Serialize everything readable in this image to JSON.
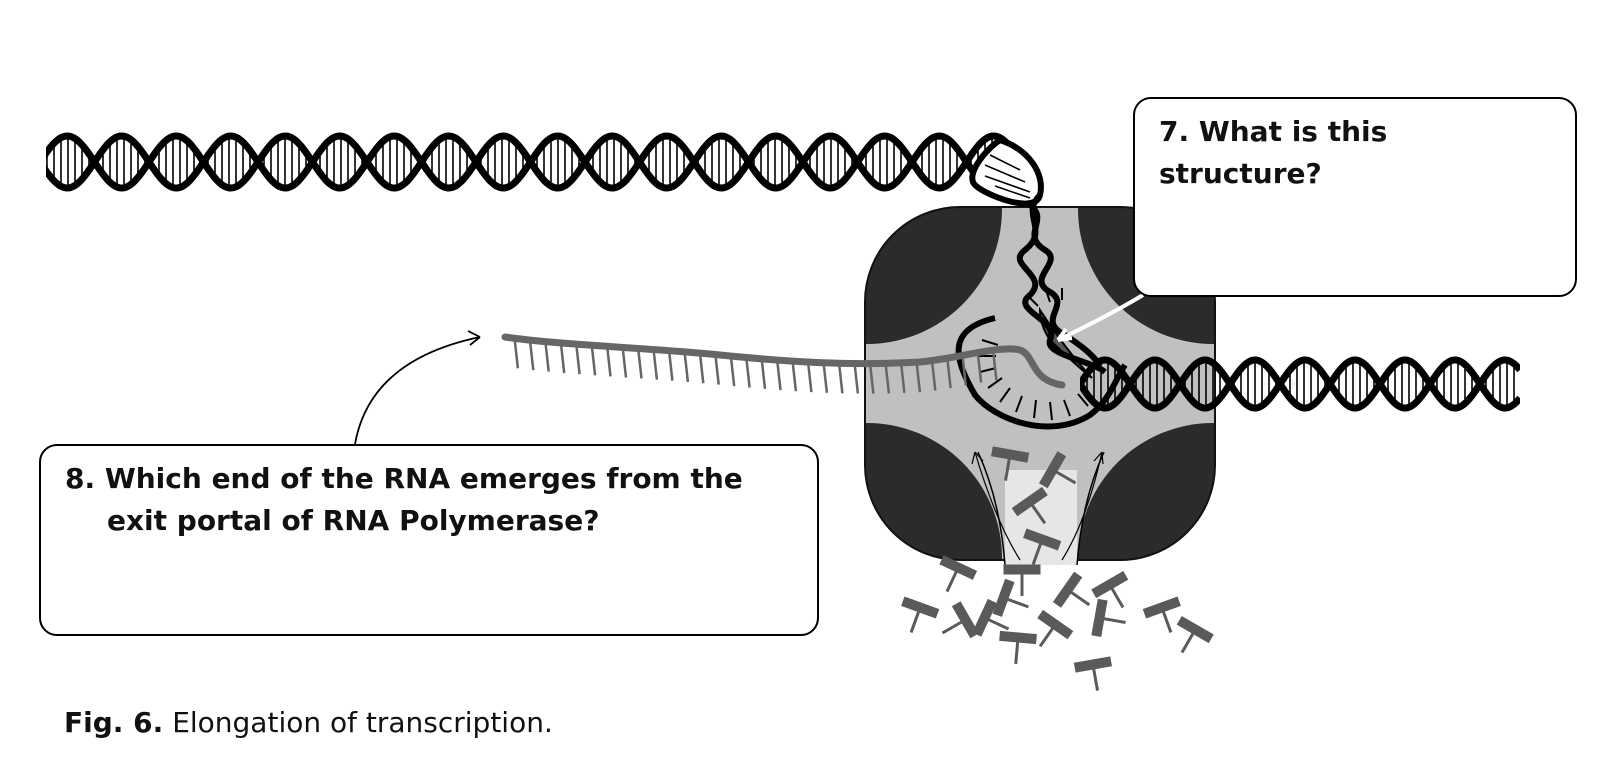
{
  "question_7": {
    "text": "7. What is this structure?",
    "line1": "7. What is this",
    "line2": "structure?"
  },
  "question_8": {
    "line1": "8. Which end of the RNA emerges from the",
    "line2": "exit portal of RNA Polymerase?"
  },
  "caption": {
    "label": "Fig. 6.",
    "text": "Elongation of transcription."
  },
  "colors": {
    "dna": "#000000",
    "rna": "#666666",
    "polymerase_dark": "#2b2b2b",
    "polymerase_light": "#c0c0c0",
    "nucleotide": "#5a5a5a"
  }
}
